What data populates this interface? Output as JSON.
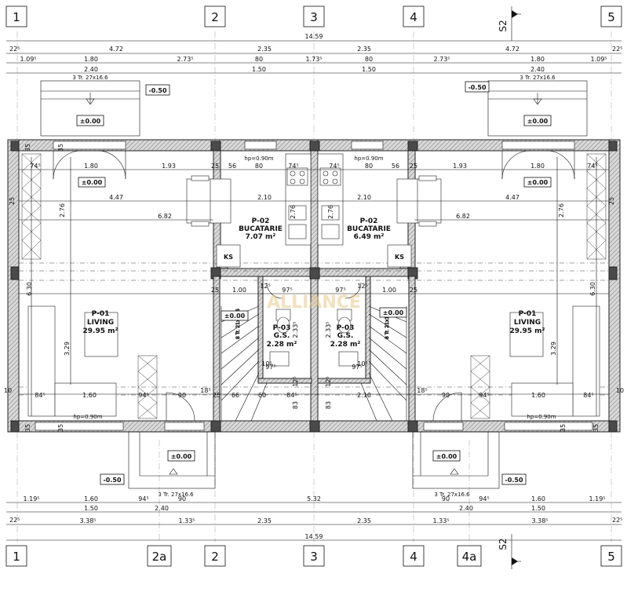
{
  "axes_top": [
    "1",
    "2",
    "3",
    "4",
    "5"
  ],
  "axes_bottom": [
    "1",
    "2a",
    "2",
    "3",
    "4",
    "4a",
    "5"
  ],
  "section_marker": "S2",
  "dims": {
    "total": "14.59",
    "top_row2": [
      "22⁵",
      "4.72",
      "2.35",
      "2.35",
      "4.72",
      "22⁵"
    ],
    "top_row3": [
      "1.09⁵",
      "1.80",
      "2.73⁵",
      "80",
      "1.73⁵",
      "80",
      "2.73⁵",
      "1.80",
      "1.09⁵"
    ],
    "top_row4": [
      "2.40",
      "1.50",
      "1.50",
      "2.40"
    ],
    "bottom_row1": [
      "1.19⁵",
      "1.60",
      "94⁵",
      "90",
      "5.32",
      "90",
      "94⁵",
      "1.60",
      "1.19⁵"
    ],
    "bottom_row2": [
      "1.50",
      "2.40",
      "2.40",
      "1.50"
    ],
    "bottom_row3": [
      "22⁵",
      "3.38⁵",
      "1.33⁵",
      "2.35",
      "2.35",
      "1.33⁵",
      "3.38⁵",
      "22⁵"
    ]
  },
  "levels": {
    "ext_left": "-0.50",
    "ext_right": "-0.50",
    "zero": "±0.00",
    "stairs_note": "3 Tr. 27x16.6"
  },
  "rooms": [
    {
      "code": "P-01",
      "name": "LIVING",
      "area": "29.95 m²"
    },
    {
      "code": "P-02",
      "name": "BUCATARIE",
      "area": "7.07 m²"
    },
    {
      "code": "P-02",
      "name": "BUCATARIE",
      "area": "6.49 m²"
    },
    {
      "code": "P-03",
      "name": "G.S.",
      "area": "2.28 m²"
    },
    {
      "code": "P-03",
      "name": "G.S.",
      "area": "2.28 m²"
    },
    {
      "code": "P-01",
      "name": "LIVING",
      "area": "29.95 m²"
    }
  ],
  "labels": {
    "ks": "KS",
    "hp": "hp=0.90m",
    "stair_small": "8 Tr. 21x17.6",
    "watermark": "ALLIANCE"
  },
  "inner_dims": {
    "row_a": [
      "74⁵",
      "1.80",
      "1.93",
      "25",
      "56",
      "80",
      "74⁵",
      "74⁵",
      "80",
      "56",
      "25",
      "1.93",
      "1.80",
      "74⁵"
    ],
    "row_b": [
      "4.47",
      "2.10",
      "2.10",
      "4.47"
    ],
    "row_c": [
      "6.82",
      "6.82",
      "2.76",
      "2.76",
      "2.76",
      "2.76"
    ],
    "row_d": [
      "25",
      "1.00",
      "12⁵",
      "97⁵",
      "12⁵",
      "97⁵",
      "1.00",
      "25"
    ],
    "vert": [
      "6.30",
      "3.29",
      "6.30",
      "3.29",
      "2.33⁵",
      "2.33⁵",
      "83",
      "83",
      "12⁵",
      "12⁵",
      "10⁵",
      "10⁵"
    ],
    "row_e": [
      "10",
      "84⁵",
      "1.60",
      "94⁵",
      "90",
      "18⁵",
      "25",
      "66",
      "60",
      "84⁵",
      "2.10",
      "18⁵",
      "90",
      "94⁵",
      "1.60",
      "84⁵",
      "10"
    ],
    "misc": [
      "35",
      "35",
      "25",
      "25",
      "35",
      "35",
      "35",
      "35",
      "97⁵",
      "97⁵"
    ]
  }
}
